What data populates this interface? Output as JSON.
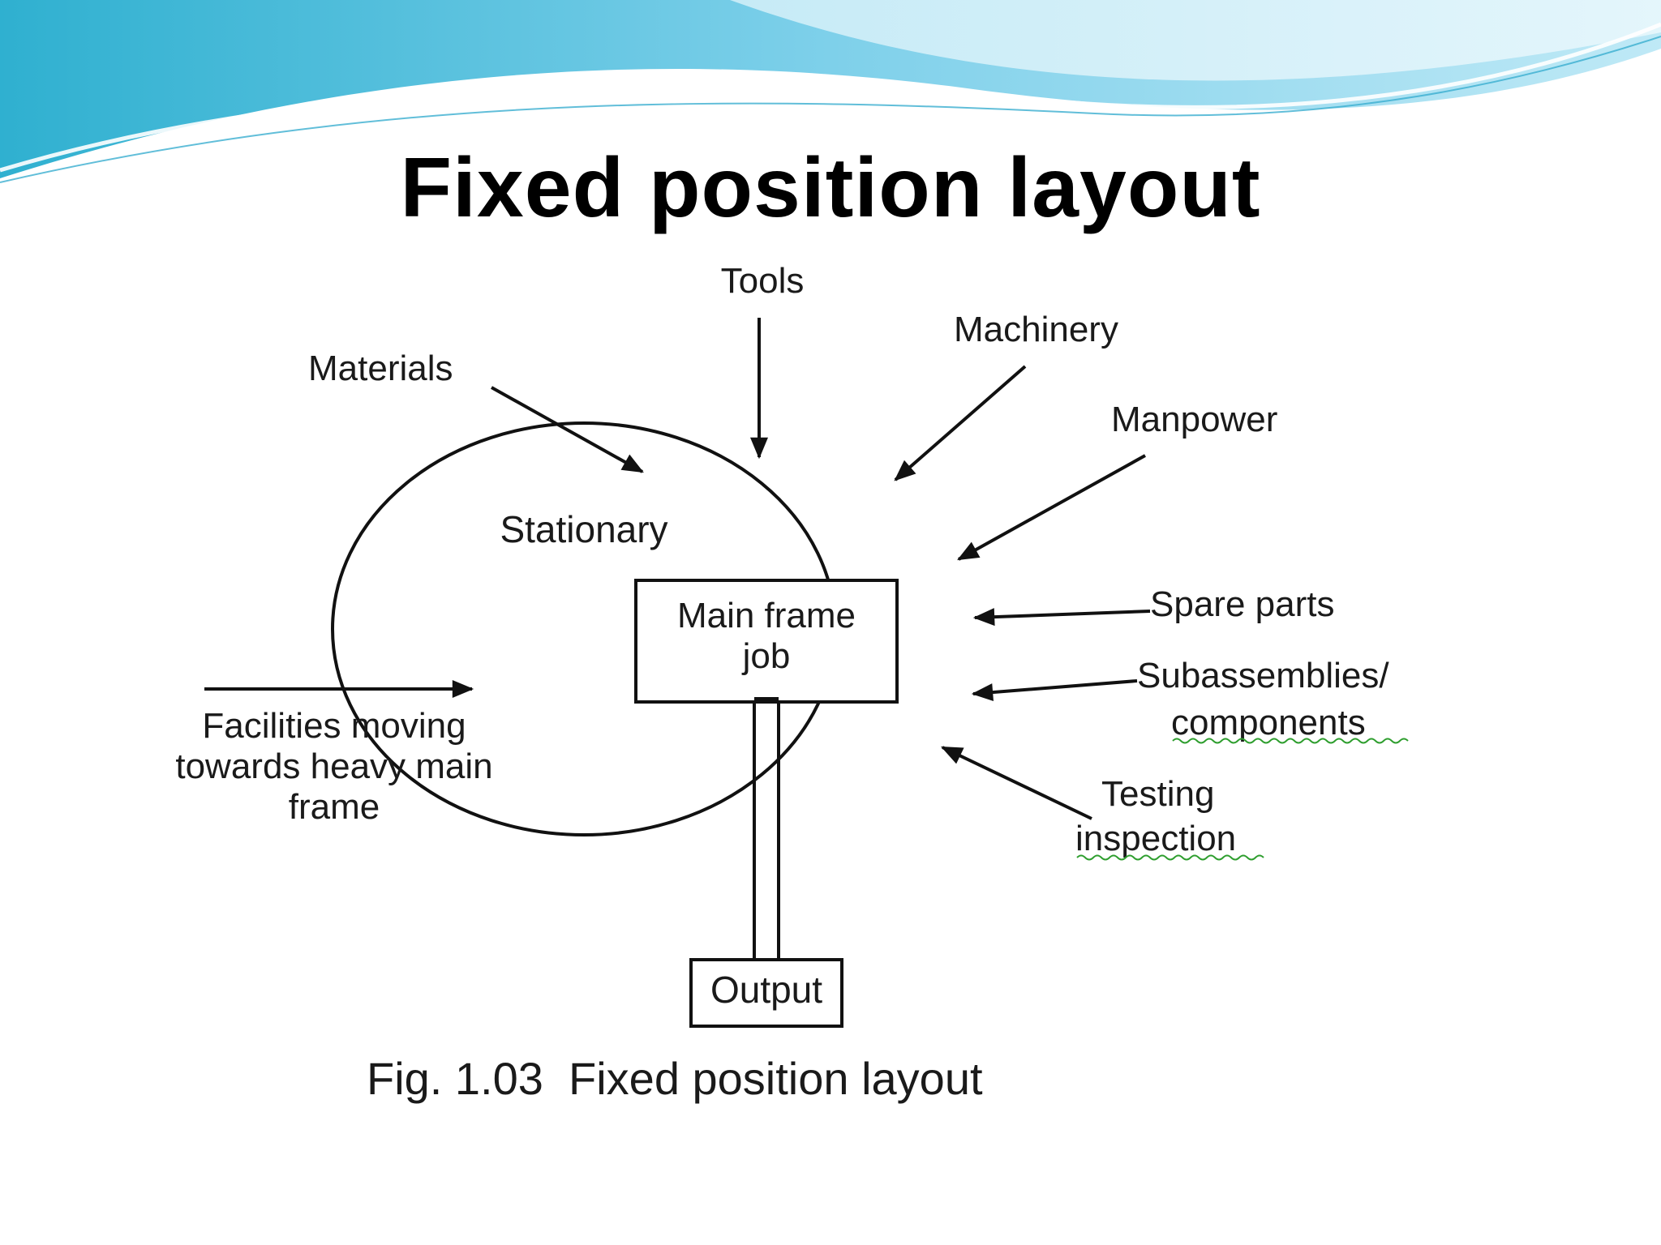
{
  "slide": {
    "title": "Fixed position layout"
  },
  "diagram": {
    "center_label": "Stationary",
    "main_box": [
      "Main frame",
      "job"
    ],
    "output_box": "Output",
    "inputs": {
      "tools": "Tools",
      "machinery": "Machinery",
      "materials": "Materials",
      "manpower": "Manpower",
      "spare_parts": "Spare parts",
      "subassemblies": [
        "Subassemblies/",
        "components"
      ],
      "testing": [
        "Testing",
        "inspection"
      ]
    },
    "facilities_note": [
      "Facilities moving",
      "towards heavy main",
      "frame"
    ],
    "caption": "Fig. 1.03  Fixed position layout"
  },
  "colors": {
    "wave_dark": "#3fb6d6",
    "wave_light": "#a9dff0",
    "spellcheck": "#2e9e2e"
  }
}
